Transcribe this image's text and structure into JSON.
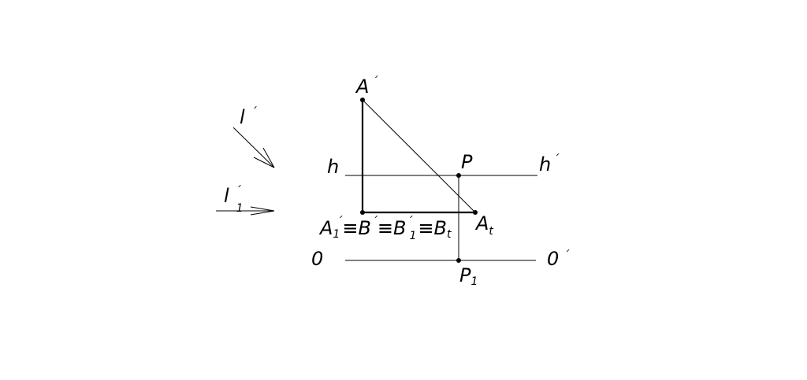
{
  "diagram": {
    "labels": {
      "a_prime": {
        "main": "A",
        "prime": "´"
      },
      "h": "h",
      "p": "P",
      "h_prime": {
        "main": "h",
        "prime": "´"
      },
      "a_t": {
        "main": "A",
        "sub": "t"
      },
      "combined": {
        "a": "A",
        "a_sub": "1",
        "a_prime": "´",
        "eq1": "≡",
        "b": "B",
        "b_prime": "´",
        "eq2": "≡",
        "b1": "B",
        "b1_prime": "´",
        "b1_sub": "1",
        "eq3": "≡",
        "bt": "B",
        "bt_sub": "t"
      },
      "o": "0",
      "o_prime": {
        "main": "0",
        "prime": "´"
      },
      "p1": {
        "main": "P",
        "sub": "1"
      },
      "l_prime": {
        "main": "l",
        "prime": "´"
      },
      "l1_prime": {
        "main": "l",
        "prime": "´",
        "sub": "1"
      }
    }
  }
}
